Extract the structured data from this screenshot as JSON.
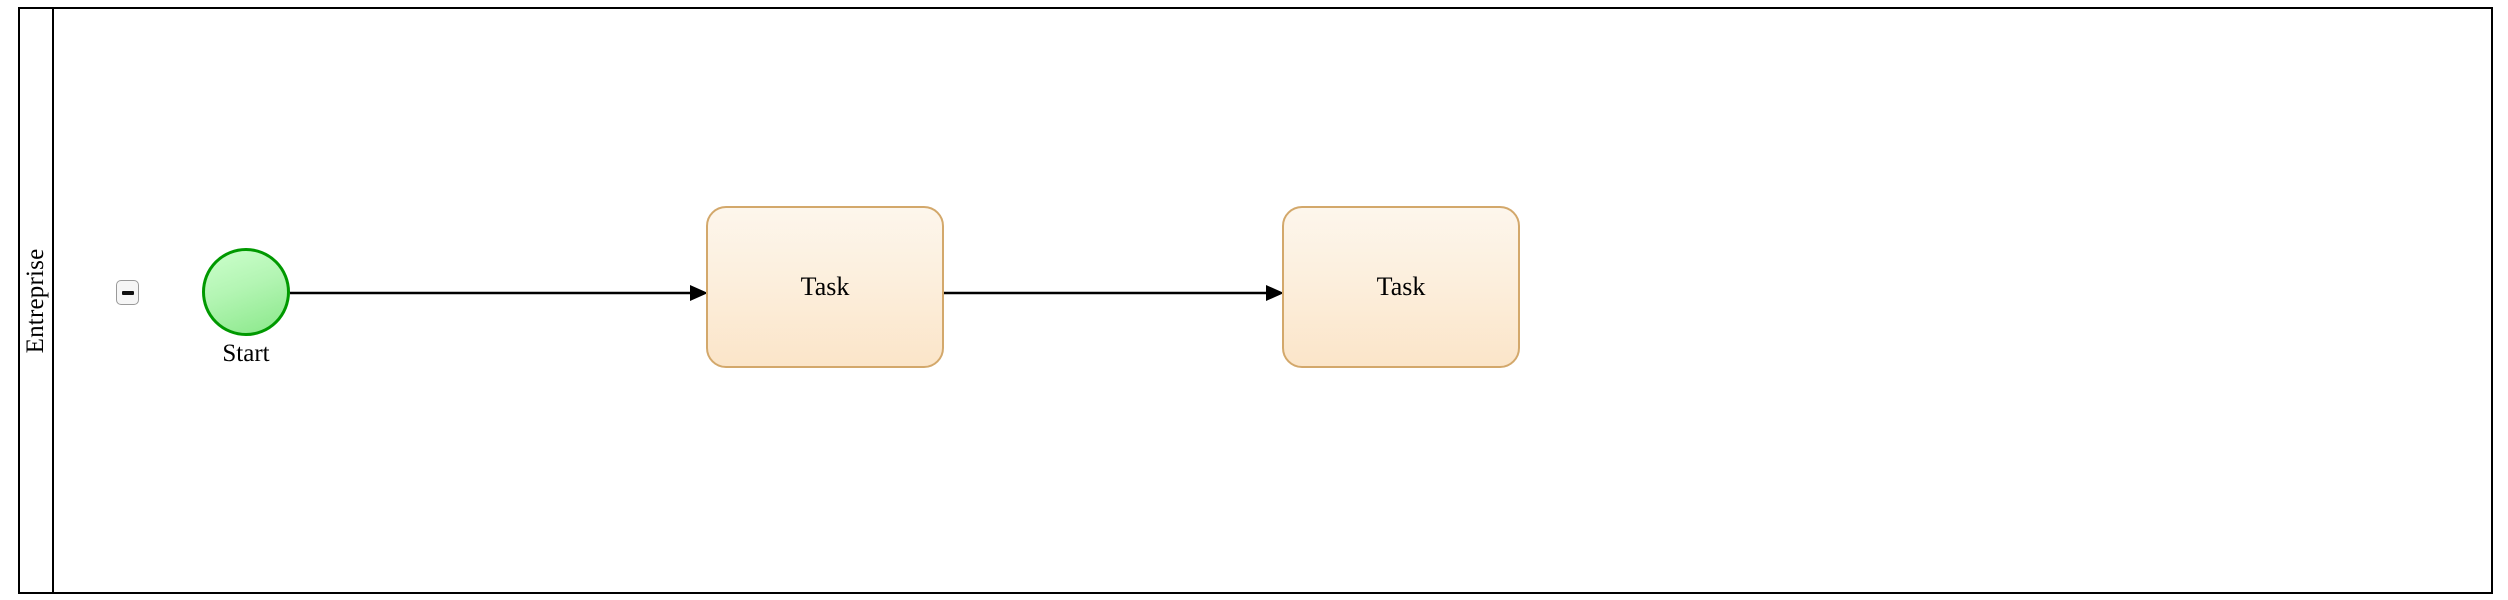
{
  "diagram": {
    "type": "bpmn-process-diagram",
    "background_color": "#ffffff"
  },
  "pool": {
    "name": "Entreprise",
    "border_color": "#000000",
    "background_color": "#ffffff",
    "lane_header": {
      "label": "Entreprise",
      "orientation": "vertical-rotated-90-ccw"
    },
    "collapse_button": {
      "icon": "minus-icon",
      "label": "",
      "state": "expanded",
      "border_color": "#9a9a9a",
      "fill_color": "#f6f6f6"
    }
  },
  "elements": {
    "start_event": {
      "label": "Start",
      "shape": "circle",
      "border_color": "#009900",
      "fill_color": "#ccffcc"
    },
    "tasks": [
      {
        "label": "Task",
        "shape": "rounded-rectangle",
        "border_color": "#d3a86b",
        "fill_color": "#fbe5c9"
      },
      {
        "label": "Task",
        "shape": "rounded-rectangle",
        "border_color": "#d3a86b",
        "fill_color": "#fbe5c9"
      }
    ],
    "sequence_flows": [
      {
        "from": "Start",
        "to": "Task",
        "style": "solid-arrow",
        "color": "#000000"
      },
      {
        "from": "Task",
        "to": "Task",
        "style": "solid-arrow",
        "color": "#000000"
      }
    ]
  }
}
